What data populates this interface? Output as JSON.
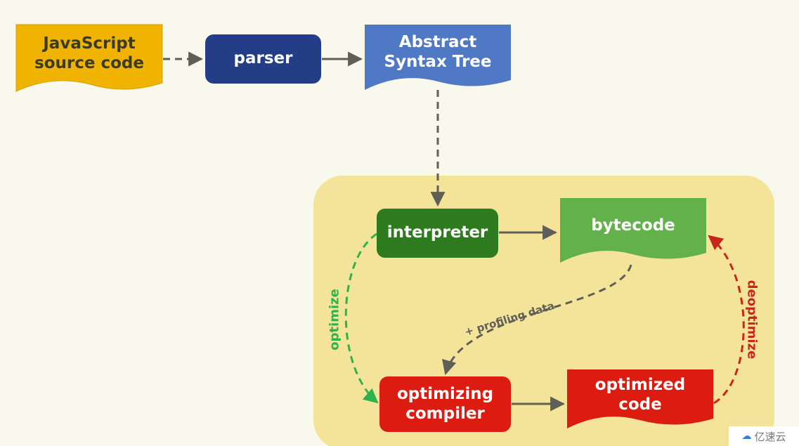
{
  "nodes": {
    "js_source": [
      "JavaScript",
      "source code"
    ],
    "parser": "parser",
    "ast": [
      "Abstract",
      "Syntax Tree"
    ],
    "interpreter": "interpreter",
    "bytecode": "bytecode",
    "optimizing_compiler": [
      "optimizing",
      "compiler"
    ],
    "optimized_code": [
      "optimized",
      "code"
    ]
  },
  "edges": {
    "optimize": "optimize",
    "deoptimize": "deoptimize",
    "profiling": "+ profiling data"
  },
  "watermark": "亿速云",
  "colors": {
    "background": "#f8f8ec",
    "pipeline_panel": "#f4e49a",
    "js_source": "#f0b400",
    "parser": "#233d86",
    "ast": "#4f79c4",
    "interpreter": "#2e7a1e",
    "bytecode": "#63b14a",
    "compiler": "#dc1c10",
    "optimized_code": "#dc1c10",
    "optimize_arrow": "#2eb34a",
    "deoptimize_arrow": "#c8261c",
    "neutral_arrow": "#5f5f58"
  }
}
